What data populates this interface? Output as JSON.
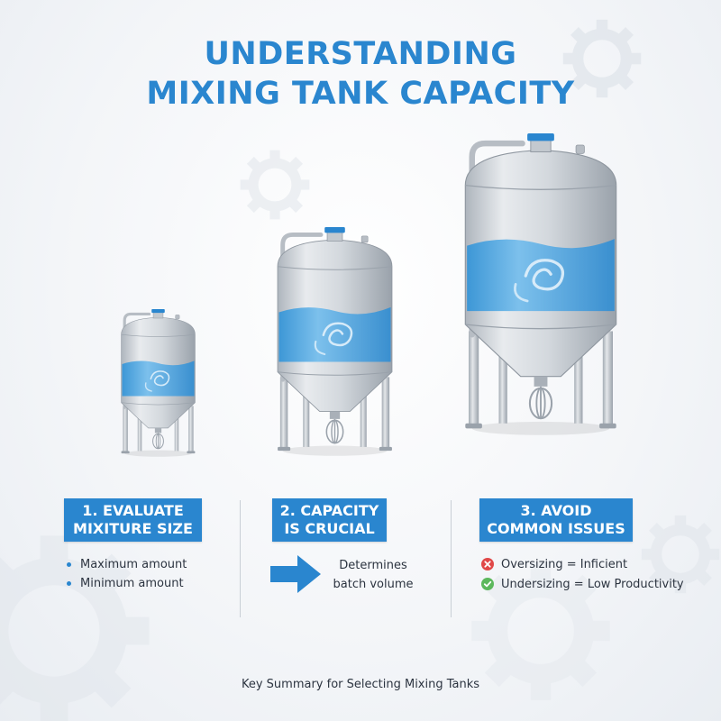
{
  "title": {
    "line1": "UNDERSTANDING",
    "line2": "MIXING TANK CAPACITY"
  },
  "colors": {
    "accent": "#2a86cf",
    "steel": "#c9ced4",
    "liquid": "#5aaee3",
    "error": "#e04848",
    "success": "#5cb85c"
  },
  "steps": [
    {
      "line1": "1. EVALUATE",
      "line2": "MIXITURE SIZE",
      "bullets": [
        "Maximum amount",
        "Minimum amount"
      ]
    },
    {
      "line1": "2. CAPACITY",
      "line2": "IS CRUCIAL",
      "arrow_text": [
        "Determines",
        "batch volume"
      ]
    },
    {
      "line1": "3. AVOID",
      "line2": "COMMON ISSUES",
      "issues": [
        {
          "icon": "x-circle-icon",
          "text": "Oversizing = Inficient"
        },
        {
          "icon": "check-circle-icon",
          "text": "Undersizing = Low Productivity"
        }
      ]
    }
  ],
  "footer": "Key Summary for Selecting Mixing Tanks"
}
